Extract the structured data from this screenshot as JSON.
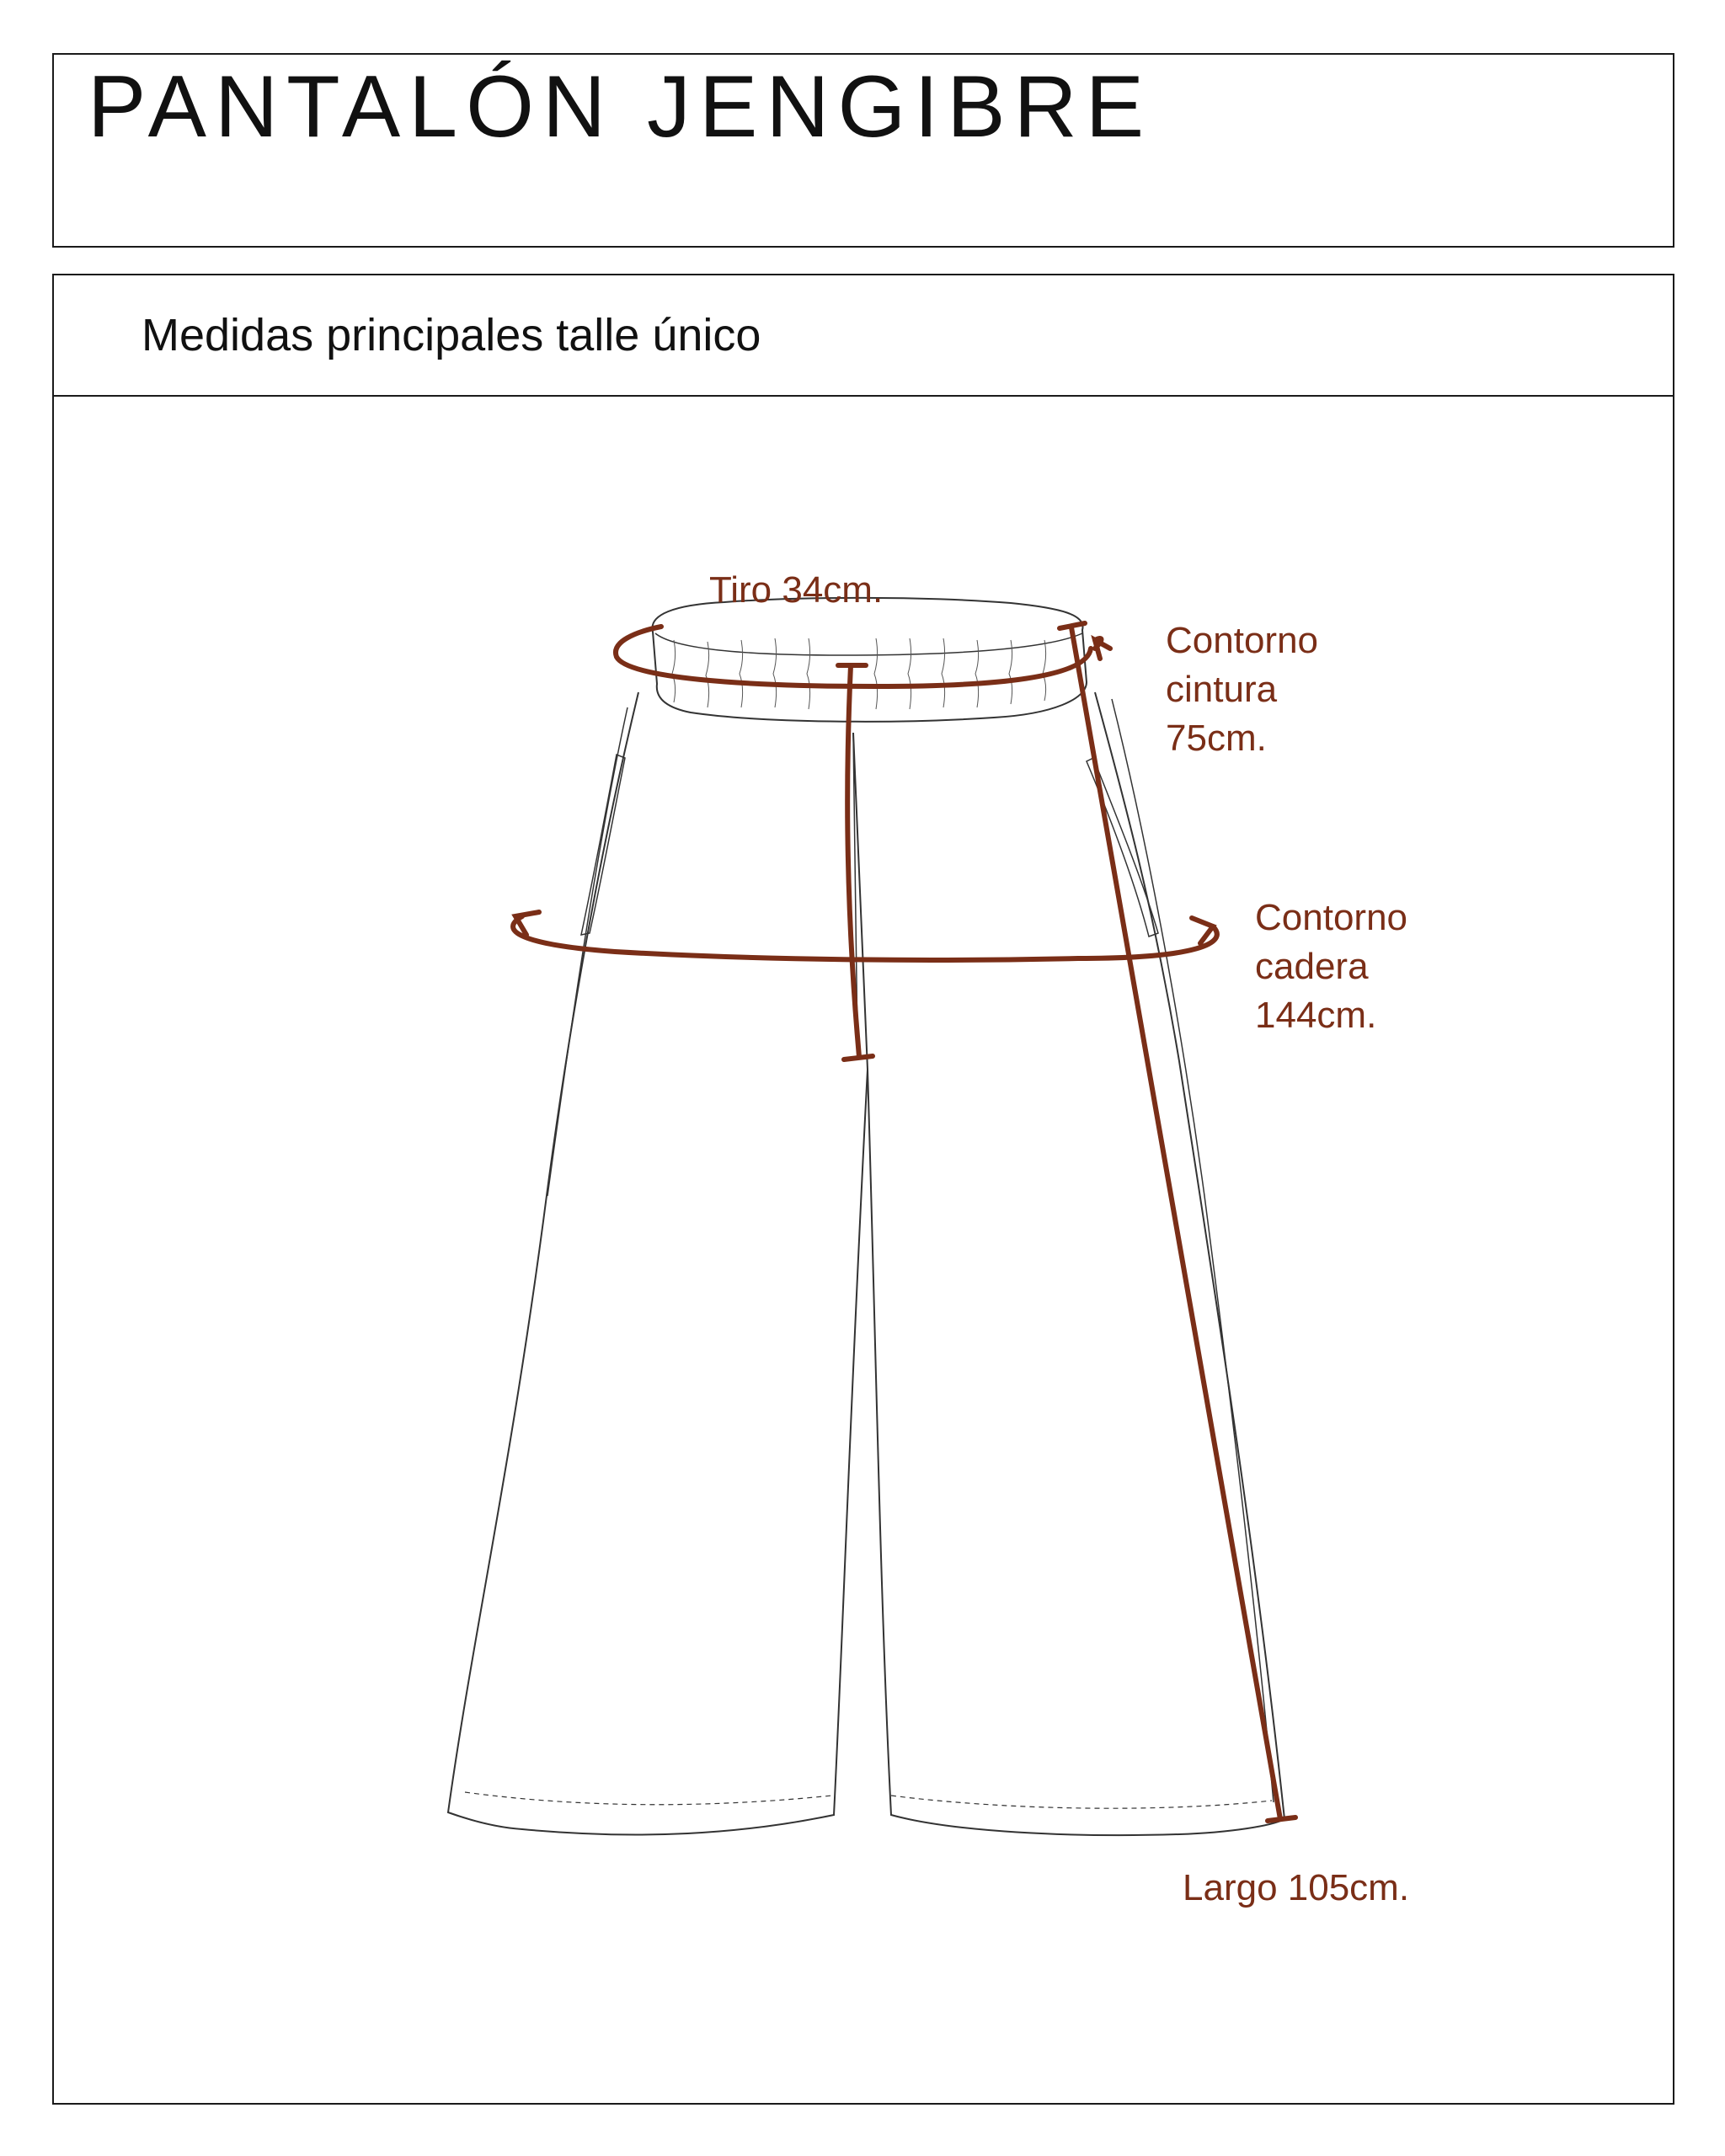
{
  "title": "PANTALÓN JENGIBRE",
  "subtitle": "Medidas principales talle único",
  "measurements": {
    "tiro": "Tiro 34cm.",
    "cintura": [
      "Contorno",
      "cintura",
      "75cm."
    ],
    "cadera": [
      "Contorno",
      "cadera",
      "144cm."
    ],
    "largo": "Largo 105cm."
  },
  "colors": {
    "measure": "#7a2e17",
    "outline": "#333333",
    "border": "#1a1a1a"
  }
}
